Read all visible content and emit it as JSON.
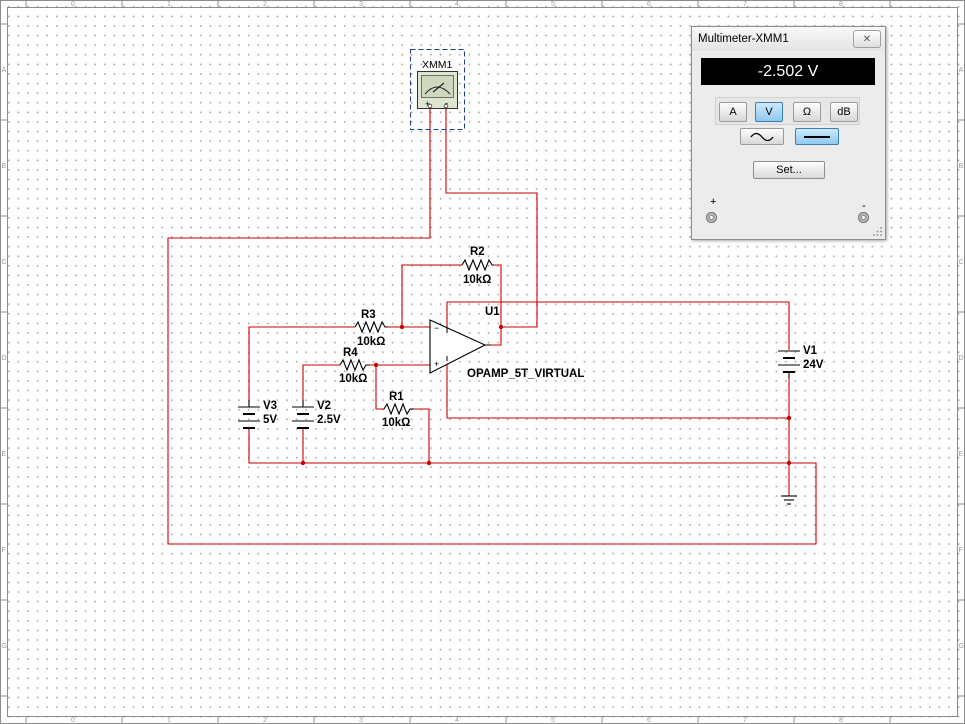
{
  "ruler": {
    "columns": [
      "0",
      "1",
      "2",
      "3",
      "4",
      "5",
      "6",
      "7",
      "8"
    ],
    "rows": [
      "A",
      "B",
      "C",
      "D",
      "E",
      "F",
      "G"
    ]
  },
  "schematic": {
    "multimeter_symbol": {
      "label": "XMM1",
      "plus": "+",
      "minus": "-"
    },
    "opamp": {
      "ref": "U1",
      "model": "OPAMP_5T_VIRTUAL"
    },
    "resistors": [
      {
        "ref": "R2",
        "value": "10kΩ"
      },
      {
        "ref": "R3",
        "value": "10kΩ"
      },
      {
        "ref": "R4",
        "value": "10kΩ"
      },
      {
        "ref": "R1",
        "value": "10kΩ"
      }
    ],
    "sources": [
      {
        "ref": "V1",
        "value": "24V"
      },
      {
        "ref": "V3",
        "value": "5V"
      },
      {
        "ref": "V2",
        "value": "2.5V"
      }
    ],
    "wire_color": "#cc0000",
    "junction_color": "#cc0000"
  },
  "multimeter_window": {
    "title": "Multimeter-XMM1",
    "reading": "-2.502 V",
    "modes": [
      "A",
      "V",
      "Ω",
      "dB"
    ],
    "active_mode": "V",
    "signal": {
      "active": "dc",
      "options": [
        "ac",
        "dc"
      ]
    },
    "set_label": "Set...",
    "plus_label": "+",
    "minus_label": "-",
    "accent_color": "#8ec9ef"
  }
}
